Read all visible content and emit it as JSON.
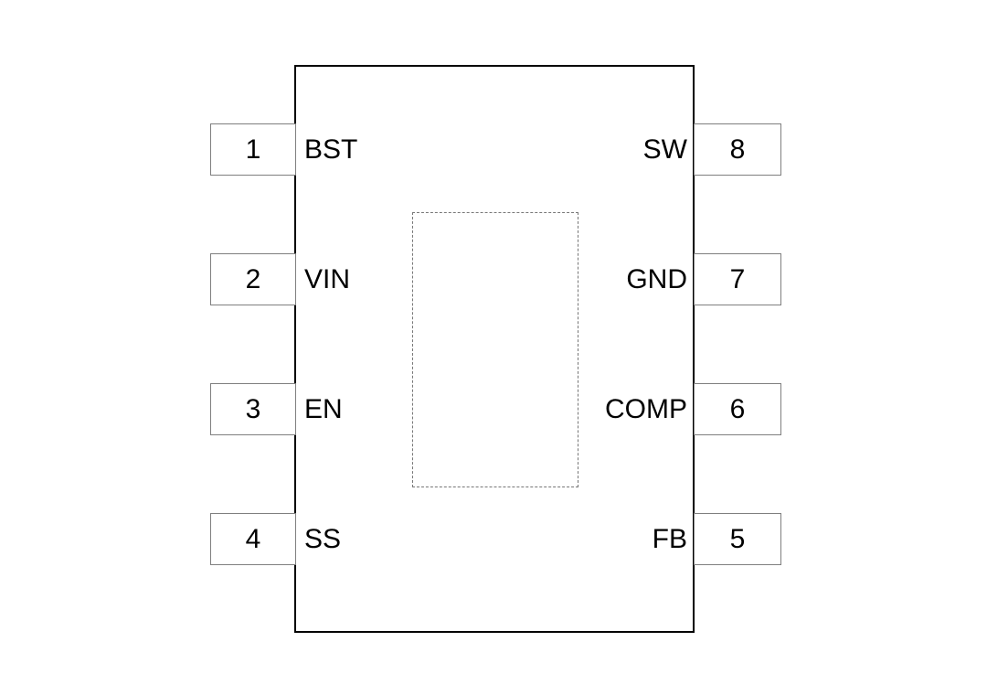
{
  "pinout": {
    "left_pins": [
      {
        "number": "1",
        "name": "BST"
      },
      {
        "number": "2",
        "name": "VIN"
      },
      {
        "number": "3",
        "name": "EN"
      },
      {
        "number": "4",
        "name": "SS"
      }
    ],
    "right_pins": [
      {
        "number": "8",
        "name": "SW"
      },
      {
        "number": "7",
        "name": "GND"
      },
      {
        "number": "6",
        "name": "COMP"
      },
      {
        "number": "5",
        "name": "FB"
      }
    ]
  },
  "colors": {
    "background": "#ffffff",
    "body_border": "#000000",
    "pin_box_border": "#7f7f7f",
    "pad_dash_border": "#777777",
    "text": "#000000"
  }
}
